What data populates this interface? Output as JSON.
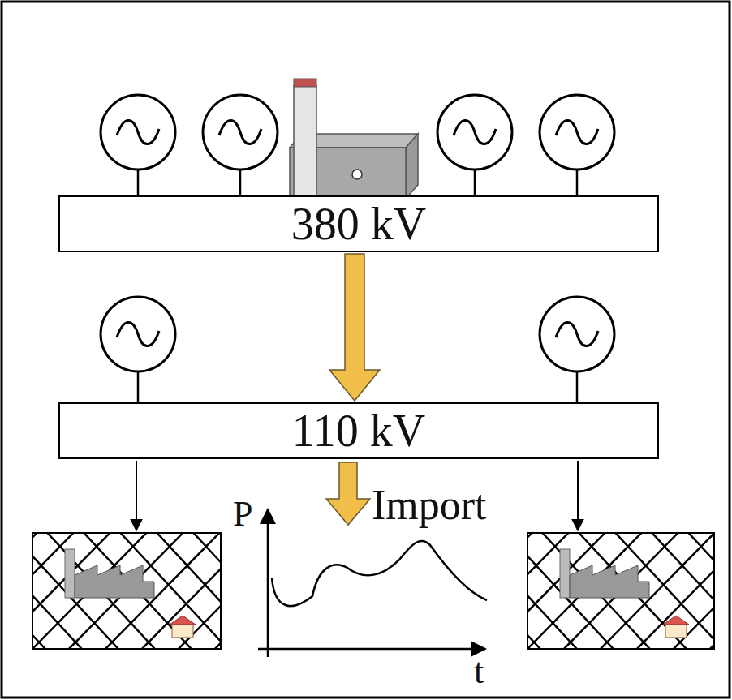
{
  "diagram": {
    "nodes": [
      {
        "text": [
          "380 kV"
        ]
      },
      {
        "text": [
          "110 kV"
        ]
      }
    ],
    "edges": [
      {
        "from": 0,
        "to": 1,
        "arrow": "to"
      }
    ],
    "labels": [
      "Import",
      "P",
      "t"
    ]
  }
}
